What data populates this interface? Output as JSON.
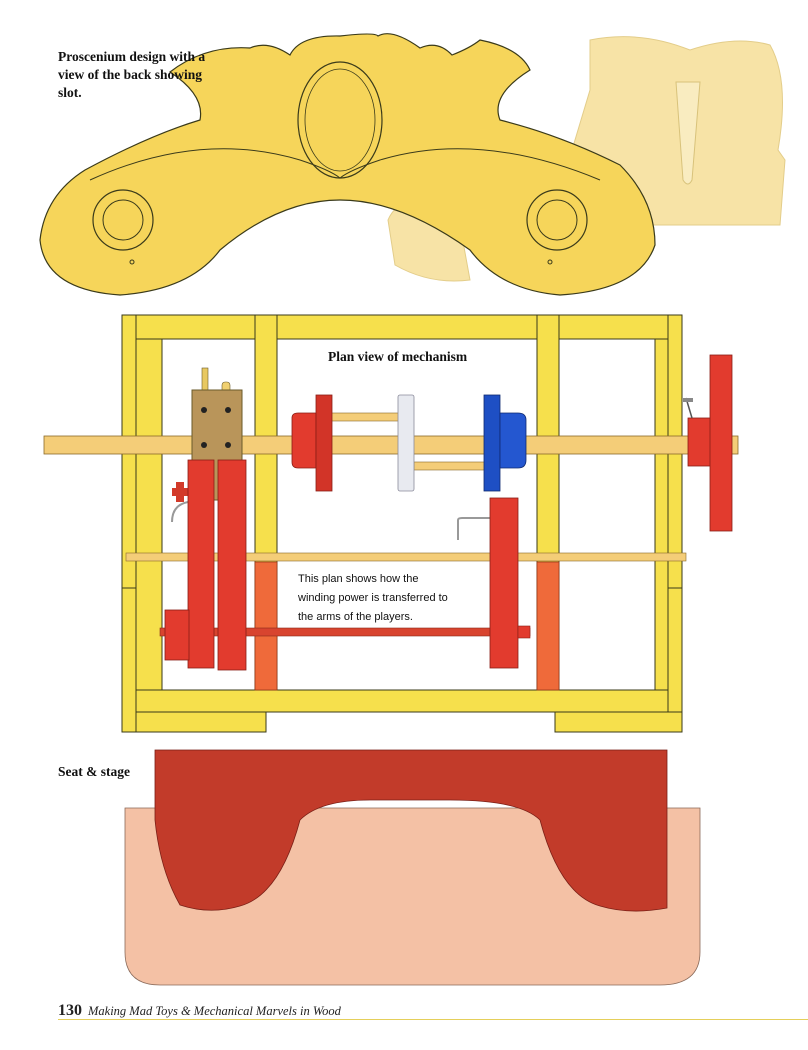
{
  "captions": {
    "proscenium": "Proscenium design with a view of the back showing slot.",
    "plan_title": "Plan view of mechanism",
    "plan_note": "This plan shows how the winding power is transferred to the arms of the players.",
    "seat_stage": "Seat & stage"
  },
  "footer": {
    "page_number": "130",
    "book_title": "Making Mad Toys & Mechanical Marvels in Wood"
  },
  "colors": {
    "yellow": "#f6e04c",
    "yellow_edge": "#3a3a1a",
    "back_view": "#f7e3a6",
    "red": "#e23b2e",
    "orange": "#ef6a3a",
    "blue": "#1e4fc4",
    "brass": "#b9955a",
    "dark_red": "#c23b2a",
    "peach": "#f4c1a5"
  }
}
